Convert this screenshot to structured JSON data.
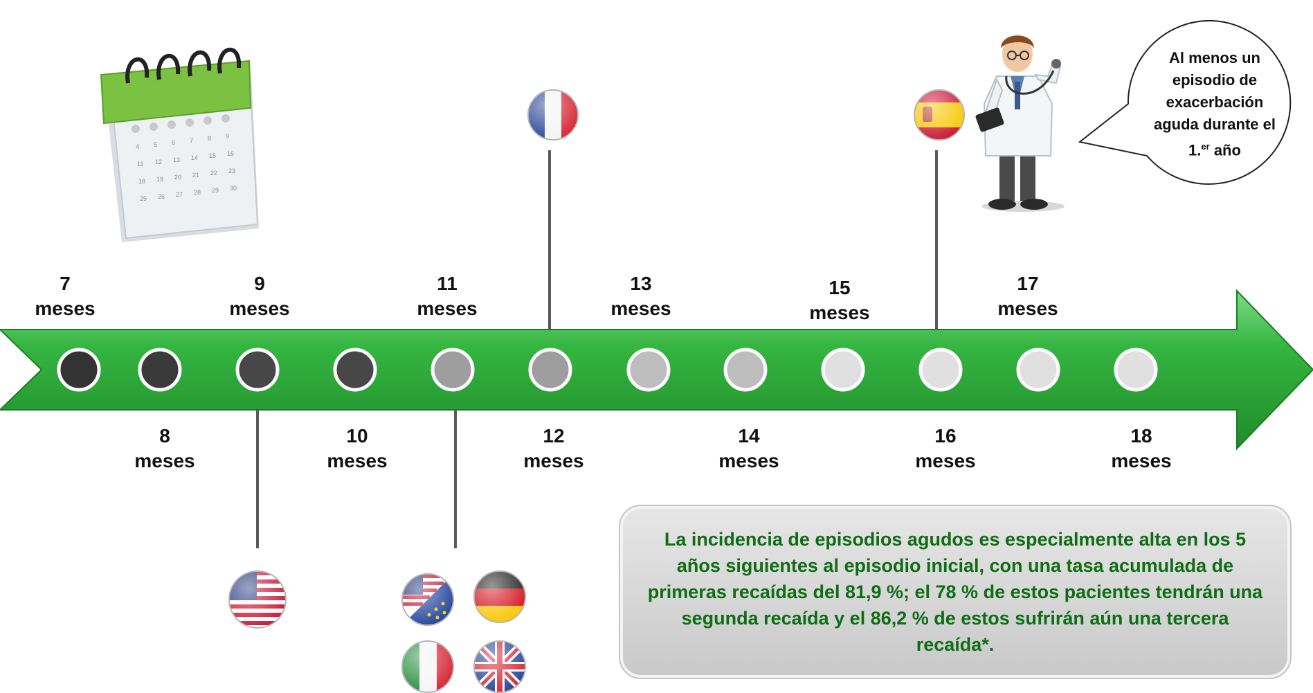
{
  "months": [
    {
      "number": "7",
      "unit": "meses"
    },
    {
      "number": "8",
      "unit": "meses"
    },
    {
      "number": "9",
      "unit": "meses"
    },
    {
      "number": "10",
      "unit": "meses"
    },
    {
      "number": "11",
      "unit": "meses"
    },
    {
      "number": "12",
      "unit": "meses"
    },
    {
      "number": "13",
      "unit": "meses"
    },
    {
      "number": "14",
      "unit": "meses"
    },
    {
      "number": "15",
      "unit": "meses"
    },
    {
      "number": "16",
      "unit": "meses"
    },
    {
      "number": "17",
      "unit": "meses"
    },
    {
      "number": "18",
      "unit": "meses"
    }
  ],
  "flags": {
    "month_9": [
      "usa-flag"
    ],
    "month_11": [
      "usa-eu-flag",
      "germany-flag",
      "italy-flag",
      "uk-flag"
    ],
    "month_12": [
      "france-flag"
    ],
    "month_16": [
      "spain-flag"
    ]
  },
  "speech_bubble": {
    "line1": "Al menos un",
    "line2": "episodio de",
    "line3": "exacerbación",
    "line4": "aguda durante el",
    "line5_prefix": "1.",
    "line5_sup": "er",
    "line5_suffix": " año"
  },
  "note": "La incidencia de episodios agudos es especialmente alta en los 5 años siguientes al episodio inicial, con una tasa acumulada de primeras recaídas del 81,9 %; el 78 % de estos pacientes tendrán una segunda recaída y el 86,2 % de estos sufrirán aún una tercera recaída*.",
  "colors": {
    "arrow_green": "#2fae3a",
    "text_green": "#0f6d14",
    "dot_dark": "#3c3c3c",
    "dot_mid": "#a3a3a3",
    "dot_light": "#e2e2e2"
  }
}
